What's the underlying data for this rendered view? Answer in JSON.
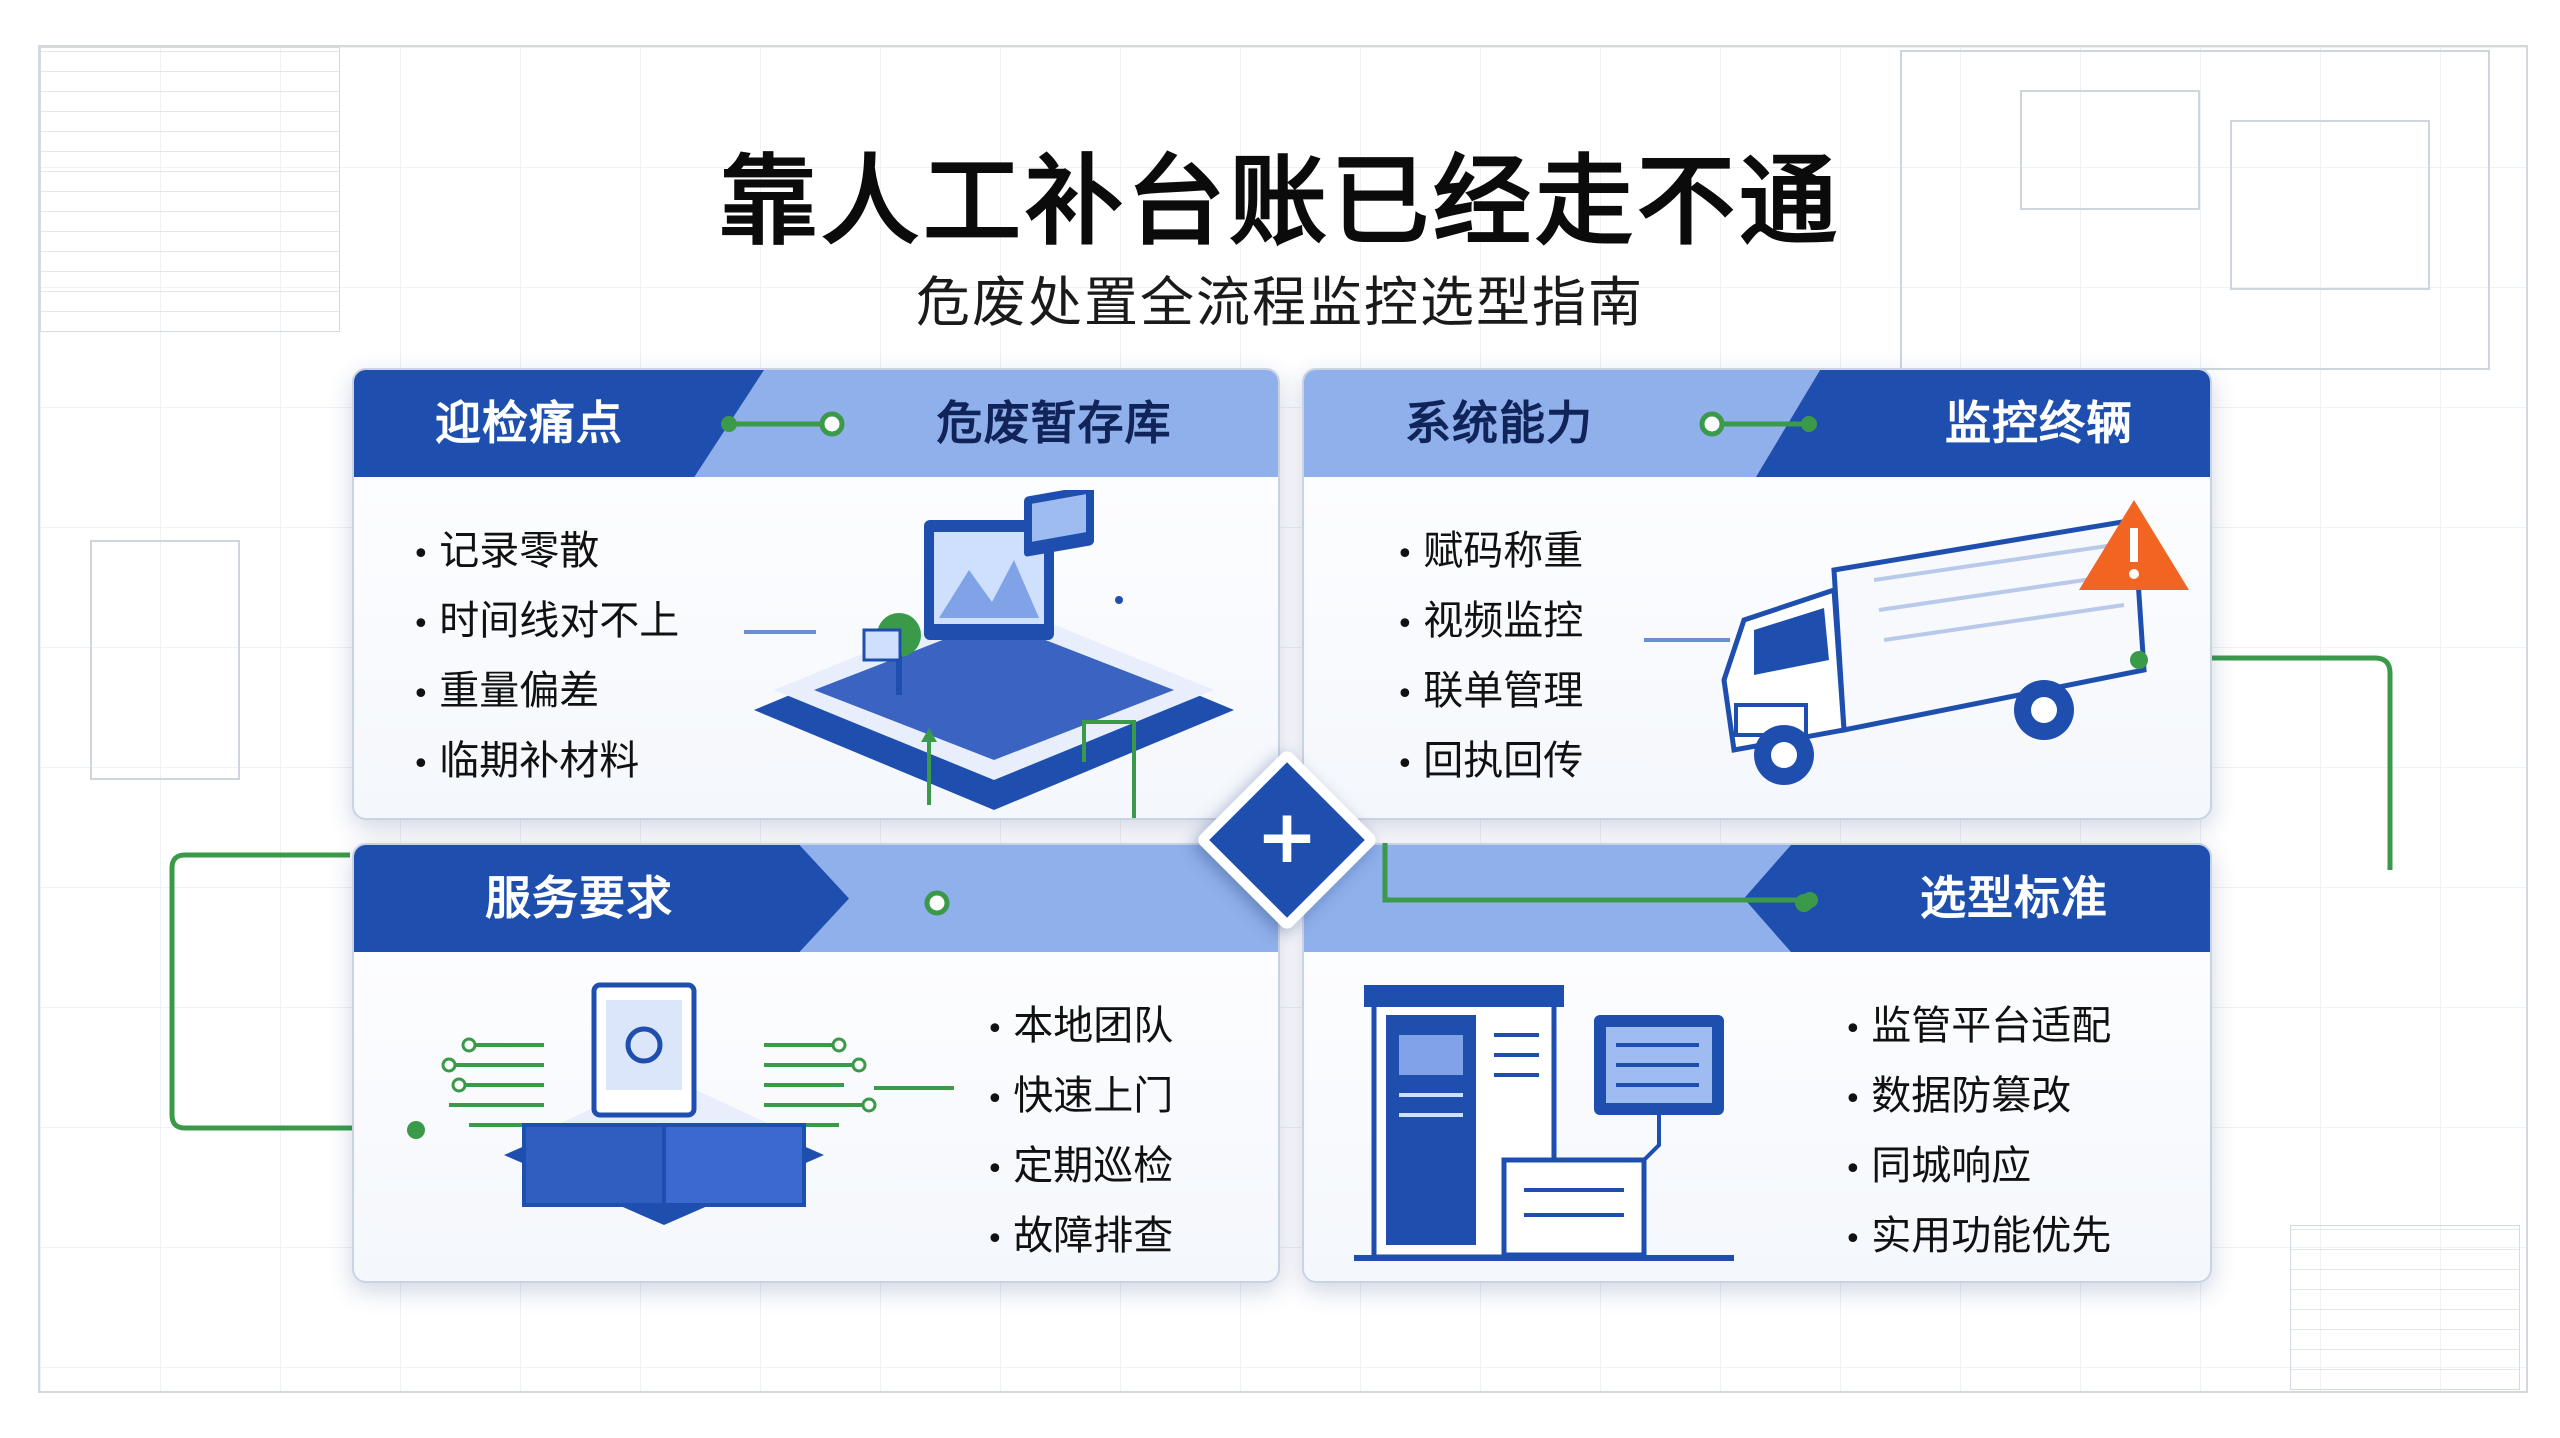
{
  "title": "靠人工补台账已经走不通",
  "subtitle": "危废处置全流程监控选型指南",
  "colors": {
    "primary_blue": "#1f4fae",
    "light_blue": "#8fb0ea",
    "connector_green": "#3b9a4a",
    "alert_orange": "#f26422"
  },
  "panels": {
    "top_left": {
      "header_left": "迎检痛点",
      "header_right": "危废暂存库",
      "items": [
        "记录零散",
        "时间线对不上",
        "重量偏差",
        "临期补材料"
      ]
    },
    "top_right": {
      "header_left": "系统能力",
      "header_right": "监控终辆",
      "items": [
        "赋码称重",
        "视频监控",
        "联单管理",
        "回执回传"
      ]
    },
    "bottom_left": {
      "header": "服务要求",
      "items": [
        "本地团队",
        "快速上门",
        "定期巡检",
        "故障排查"
      ]
    },
    "bottom_right": {
      "header": "选型标准",
      "items": [
        "监管平台适配",
        "数据防篡改",
        "同城响应",
        "实用功能优先"
      ]
    }
  },
  "center_icon": "plus-icon",
  "illustrations": [
    "warehouse-terminal-icon",
    "truck-icon",
    "warning-icon",
    "server-network-icon",
    "monitoring-terminal-icon"
  ]
}
